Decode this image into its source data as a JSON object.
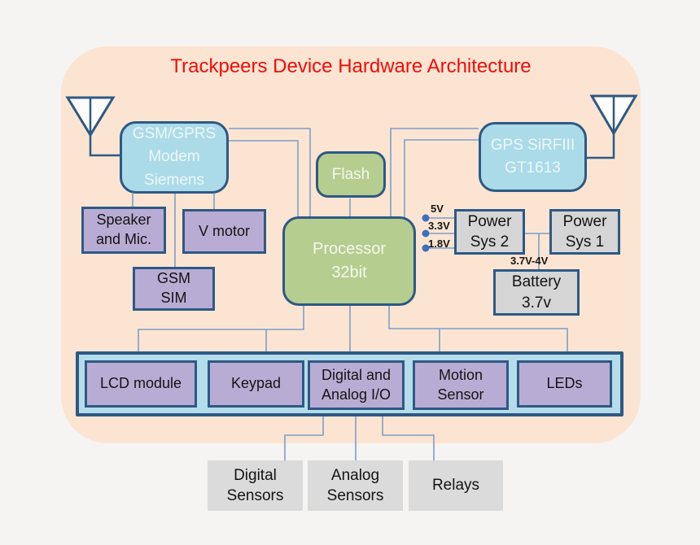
{
  "title": "Trackpeers Device Hardware Architecture",
  "nodes": {
    "gsm_modem": {
      "label": "GSM/GPRS\nModem\nSiemens"
    },
    "gps": {
      "label": "GPS SiRFIII\nGT1613"
    },
    "flash": {
      "label": "Flash"
    },
    "processor": {
      "label": "Processor\n32bit"
    },
    "speaker_mic": {
      "label": "Speaker\nand Mic."
    },
    "v_motor": {
      "label": "V motor"
    },
    "gsm_sim": {
      "label": "GSM\nSIM"
    },
    "power_sys_2": {
      "label": "Power\nSys 2"
    },
    "power_sys_1": {
      "label": "Power\nSys 1"
    },
    "battery": {
      "label": "Battery\n3.7v"
    },
    "lcd_module": {
      "label": "LCD module"
    },
    "keypad": {
      "label": "Keypad"
    },
    "digital_analog_io": {
      "label": "Digital and\nAnalog I/O"
    },
    "motion_sensor": {
      "label": "Motion\nSensor"
    },
    "leds": {
      "label": "LEDs"
    },
    "digital_sensors": {
      "label": "Digital\nSensors"
    },
    "analog_sensors": {
      "label": "Analog\nSensors"
    },
    "relays": {
      "label": "Relays"
    }
  },
  "voltage_labels": {
    "rail_5v": "5V",
    "rail_3v3": "3.3V",
    "rail_1v8": "1.8V",
    "battery_range": "3.7V-4V"
  },
  "colors": {
    "title_red": "#f10c0a",
    "module_blue": "#abdbe9",
    "module_green": "#b6cd90",
    "module_purple": "#b9acd4",
    "module_gray": "#d5d5d5",
    "flat_gray": "#dbdbdb",
    "border_dark": "#2e5984",
    "connector": "#7e9dc8",
    "background_peach": "#fbe5d2",
    "page_background": "#f5f4f2"
  }
}
